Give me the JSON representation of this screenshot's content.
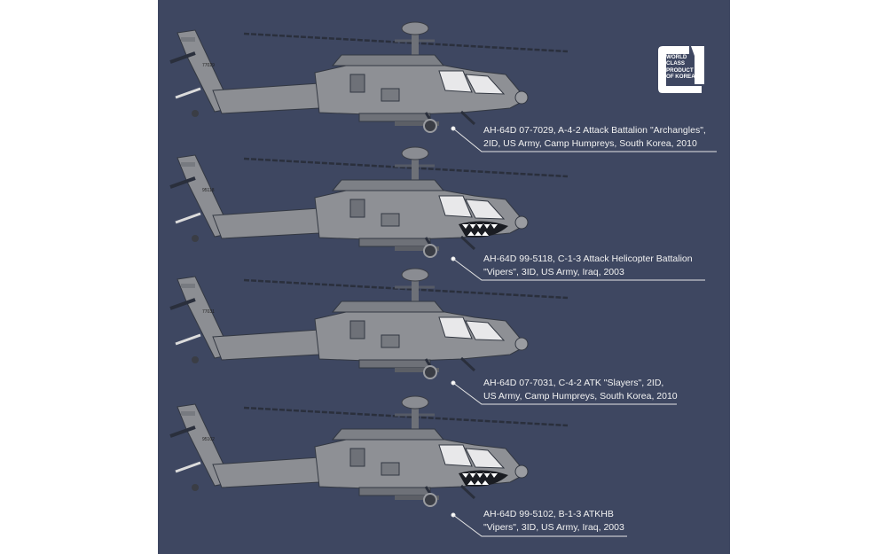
{
  "colors": {
    "background": "#3e4761",
    "airframe": "#8c8e93",
    "caption": "#f2f2f2"
  },
  "logo": {
    "lines": [
      "WORLD",
      "CLASS",
      "PRODUCT",
      "OF KOREA"
    ],
    "mark": "1"
  },
  "aircraft": [
    {
      "tail_number": "77029",
      "shark_mouth": false,
      "caption": [
        "AH-64D 07-7029, A-4-2 Attack Battalion \"Archangles\",",
        "2ID, US Army, Camp Humpreys, South Korea, 2010"
      ]
    },
    {
      "tail_number": "95118",
      "shark_mouth": true,
      "caption": [
        "AH-64D 99-5118, C-1-3 Attack Helicopter Battalion",
        "\"Vipers\", 3ID, US Army, Iraq, 2003"
      ]
    },
    {
      "tail_number": "77031",
      "shark_mouth": false,
      "caption": [
        "AH-64D 07-7031, C-4-2 ATK \"Slayers\", 2ID,",
        "US Army, Camp Humpreys, South Korea, 2010"
      ]
    },
    {
      "tail_number": "95102",
      "shark_mouth": true,
      "caption": [
        "AH-64D 99-5102, B-1-3 ATKHB",
        "\"Vipers\", 3ID, US Army, Iraq, 2003"
      ]
    }
  ]
}
